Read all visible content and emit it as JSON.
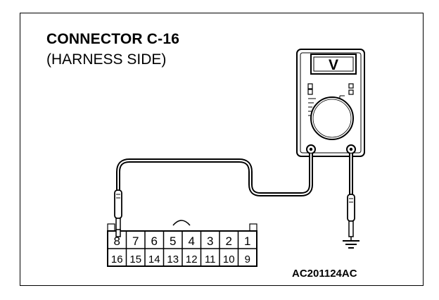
{
  "heading": {
    "title": "CONNECTOR C-16",
    "subtitle": "(HARNESS SIDE)"
  },
  "meter": {
    "display": "V"
  },
  "connector": {
    "top_row": [
      "8",
      "7",
      "6",
      "5",
      "4",
      "3",
      "2",
      "1"
    ],
    "bottom_row": [
      "16",
      "15",
      "14",
      "13",
      "12",
      "11",
      "10",
      "9"
    ]
  },
  "figure_code": "AC201124AC"
}
